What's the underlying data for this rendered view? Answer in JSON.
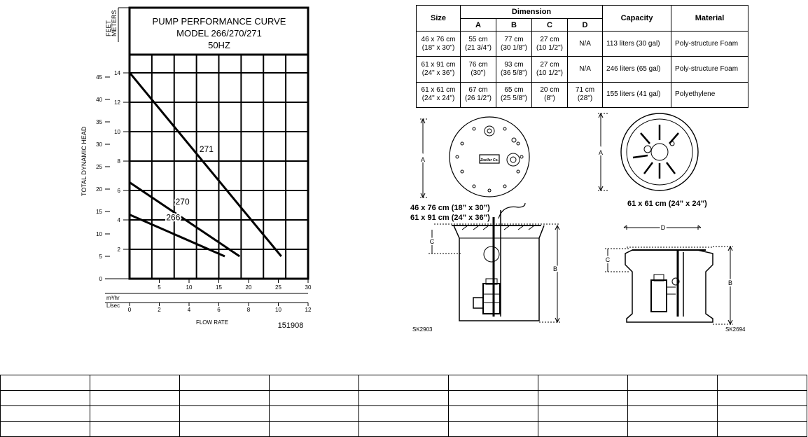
{
  "chart_data": {
    "type": "line",
    "title": [
      "PUMP PERFORMANCE CURVE",
      "MODEL 266/270/271",
      "50HZ"
    ],
    "xlabel": "FLOW RATE",
    "ylabel": "TOTAL DYNAMIC HEAD",
    "feet_label": "FEET",
    "meters_label": "METERS",
    "flow_units": [
      "m³/hr",
      "L/sec"
    ],
    "feet_ticks": [
      "0",
      "5",
      "10",
      "15",
      "20",
      "25",
      "30",
      "35",
      "40",
      "45"
    ],
    "meter_ticks": [
      "2",
      "4",
      "6",
      "8",
      "10",
      "12",
      "14"
    ],
    "m3hr_ticks": [
      "5",
      "10",
      "15",
      "20",
      "25",
      "30"
    ],
    "lsec_ticks": [
      "0",
      "2",
      "4",
      "6",
      "8",
      "10",
      "12"
    ],
    "xlim_lsec": [
      0,
      12
    ],
    "ylim_feet": [
      0,
      45
    ],
    "grid": true,
    "code": "151908",
    "series": [
      {
        "name": "271",
        "x": [
          0,
          10.2
        ],
        "y": [
          46,
          5
        ]
      },
      {
        "name": "270",
        "x": [
          0,
          7.4
        ],
        "y": [
          21.5,
          5
        ]
      },
      {
        "name": "266",
        "x": [
          0,
          6.4
        ],
        "y": [
          14.3,
          5
        ]
      }
    ]
  },
  "spec_table": {
    "size_header": "Size",
    "dimension_header": "Dimension",
    "dim_cols": [
      "A",
      "B",
      "C",
      "D"
    ],
    "capacity_header": "Capacity",
    "material_header": "Material",
    "rows": [
      {
        "size": [
          "46 x 76 cm",
          "(18\" x 30\")"
        ],
        "a": [
          "55 cm",
          "(21 3/4\")"
        ],
        "b": [
          "77 cm",
          "(30 1/8\")"
        ],
        "c": [
          "27 cm",
          "(10 1/2\")"
        ],
        "d": [
          "N/A",
          ""
        ],
        "capacity": "113 liters (30 gal)",
        "material": "Poly-structure Foam"
      },
      {
        "size": [
          "61 x 91 cm",
          "(24\" x 36\")"
        ],
        "a": [
          "76 cm",
          "(30\")"
        ],
        "b": [
          "93 cm",
          "(36 5/8\")"
        ],
        "c": [
          "27 cm",
          "(10 1/2\")"
        ],
        "d": [
          "N/A",
          ""
        ],
        "capacity": "246 liters (65 gal)",
        "material": "Poly-structure Foam"
      },
      {
        "size": [
          "61 x 61 cm",
          "(24\" x 24\")"
        ],
        "a": [
          "67 cm",
          "(26 1/2\")"
        ],
        "b": [
          "65 cm",
          "(25 5/8\")"
        ],
        "c": [
          "20 cm",
          "(8\")"
        ],
        "d": [
          "71 cm",
          "(28\")"
        ],
        "capacity": "155 liters (41 gal)",
        "material": "Polyethylene"
      }
    ]
  },
  "diagrams": {
    "left_size_1": "46 x 76 cm (18” x 30”)",
    "left_size_2": "61 x 91 cm (24” x 36”)",
    "right_size": "61 x 61 cm (24” x 24”)",
    "label_a": "A",
    "label_b": "B",
    "label_c": "C",
    "label_d": "D",
    "code_left": "SK2903",
    "code_right": "SK2694",
    "brand": "Zoeller Co."
  },
  "grid_table": {
    "rows": 4,
    "cols": 9
  }
}
